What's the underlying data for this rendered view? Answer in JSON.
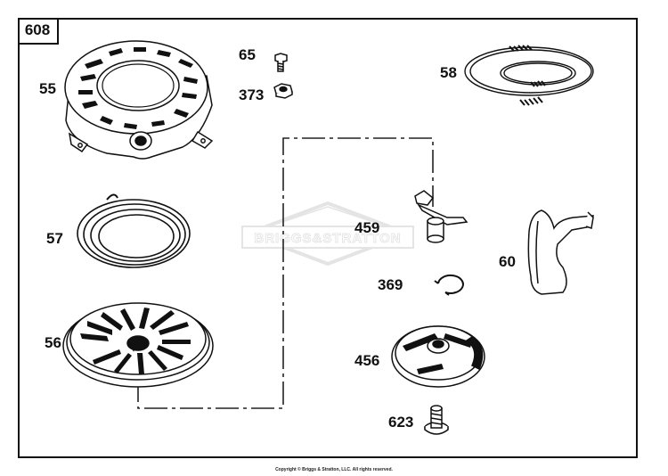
{
  "figure_number": "608",
  "watermark": "BRIGGS&STRATTON",
  "copyright": "Copyright © Briggs & Stratton, LLC. All rights reserved.",
  "parts": [
    {
      "ref": "55",
      "icon": "starter-housing"
    },
    {
      "ref": "65",
      "icon": "screw"
    },
    {
      "ref": "373",
      "icon": "hex-nut"
    },
    {
      "ref": "58",
      "icon": "rope"
    },
    {
      "ref": "57",
      "icon": "rewind-spring"
    },
    {
      "ref": "459",
      "icon": "pawl"
    },
    {
      "ref": "60",
      "icon": "starter-handle"
    },
    {
      "ref": "369",
      "icon": "retaining-ring"
    },
    {
      "ref": "56",
      "icon": "pulley"
    },
    {
      "ref": "456",
      "icon": "pawl-retainer"
    },
    {
      "ref": "623",
      "icon": "shoulder-screw"
    }
  ]
}
